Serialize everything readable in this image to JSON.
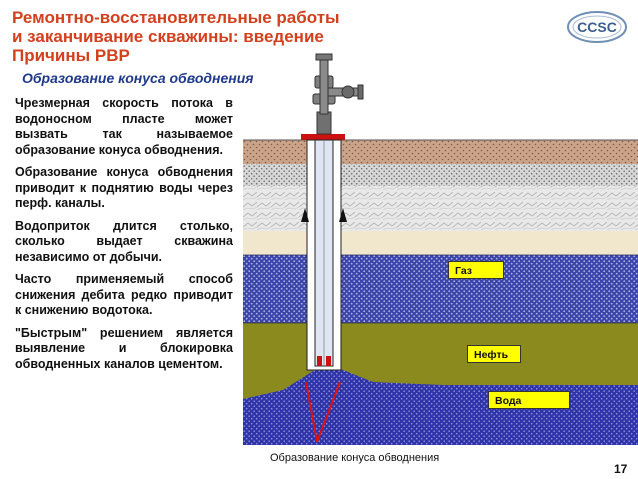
{
  "slide": {
    "title_line1": "Ремонтно-восстановительные работы",
    "title_line2": "и заканчивание скважины: введение",
    "title_line3": "Причины РВР",
    "subtitle": "Образование конуса обводнения",
    "logo_text": "CCSC",
    "paragraphs": [
      "Чрезмерная скорость потока в водоносном пласте может вызвать так называемое образование конуса обводнения.",
      "Образование конуса обводнения приводит к поднятию воды через перф. каналы.",
      "Водоприток длится столько, сколько выдает скважина независимо от добычи.",
      "Часто применяемый способ снижения дебита редко приводит к снижению водотока.",
      "\"Быстрым\" решением является выявление и блокировка обводненных каналов цементом."
    ],
    "zone_labels": {
      "gas": "Газ",
      "oil": "Нефть",
      "water": "Вода"
    },
    "caption": "Образование конуса обводнения",
    "page_number": "17"
  },
  "colors": {
    "title": "#d2401e",
    "subtitle": "#1f3a8a",
    "gas_zone": "#3b44a8",
    "oil_zone": "#8b8a1e",
    "water_zone": "#3a3fb0",
    "label_fill": "#ffff00",
    "casing_cap": "#cc1111"
  }
}
